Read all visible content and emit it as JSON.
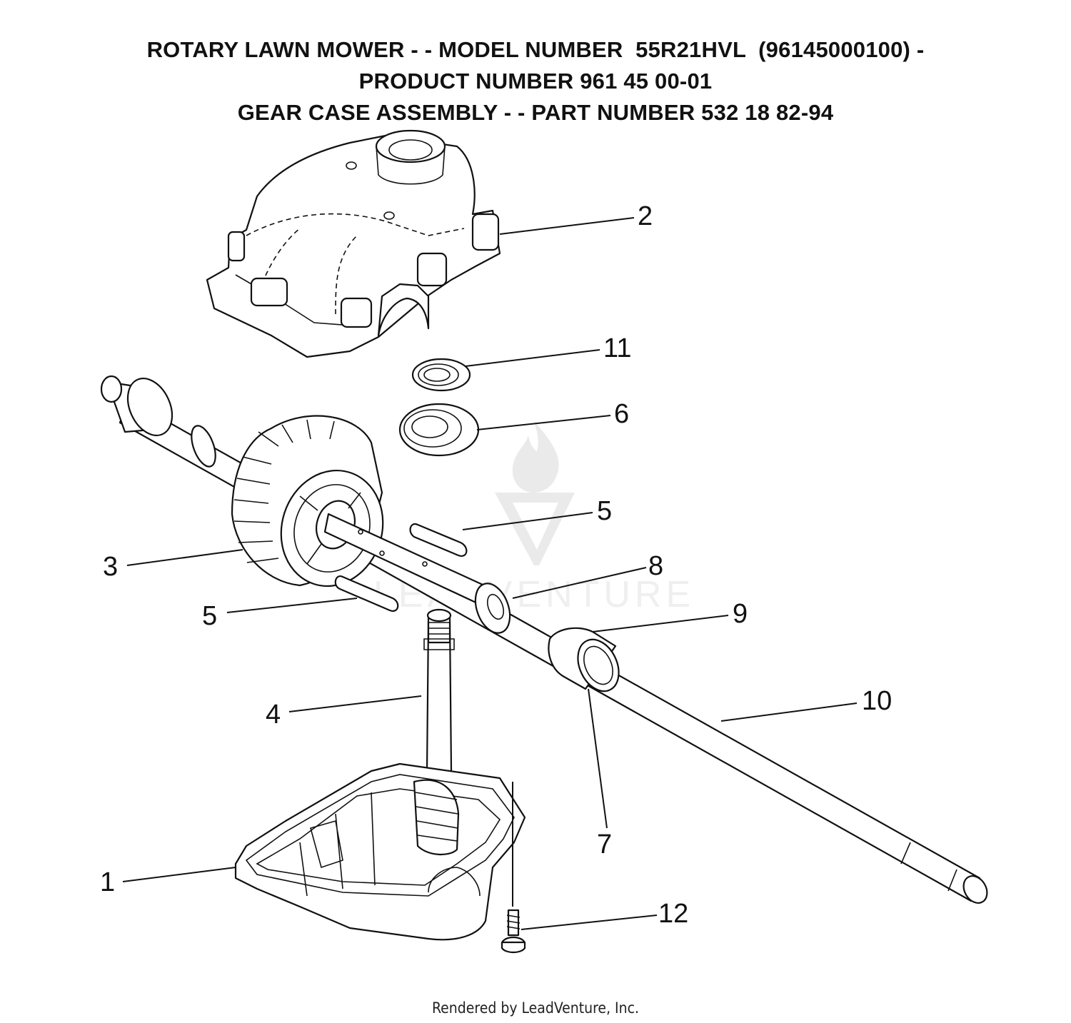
{
  "title": {
    "line1": "ROTARY LAWN MOWER - - MODEL NUMBER  55R21HVL  (96145000100) -",
    "line2": "PRODUCT NUMBER 961 45 00-01",
    "line3": "GEAR CASE ASSEMBLY - - PART NUMBER 532 18 82-94"
  },
  "footer": "Rendered by LeadVenture, Inc.",
  "watermark": "LEADVENTURE",
  "callouts": [
    {
      "id": "1",
      "label": "1"
    },
    {
      "id": "2",
      "label": "2"
    },
    {
      "id": "3",
      "label": "3"
    },
    {
      "id": "4",
      "label": "4"
    },
    {
      "id": "5a",
      "label": "5"
    },
    {
      "id": "5b",
      "label": "5"
    },
    {
      "id": "6",
      "label": "6"
    },
    {
      "id": "7",
      "label": "7"
    },
    {
      "id": "8",
      "label": "8"
    },
    {
      "id": "9",
      "label": "9"
    },
    {
      "id": "10",
      "label": "10"
    },
    {
      "id": "11",
      "label": "11"
    },
    {
      "id": "12",
      "label": "12"
    }
  ]
}
